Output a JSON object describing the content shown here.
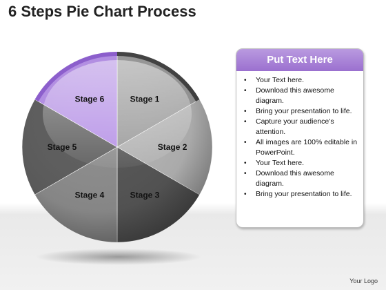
{
  "title": "6 Steps Pie Chart Process",
  "pie": {
    "slices": [
      {
        "label": "Stage 1",
        "color": "#9a9a9a"
      },
      {
        "label": "Stage 2",
        "color": "#b3b3b3"
      },
      {
        "label": "Stage 3",
        "color": "#555555"
      },
      {
        "label": "Stage 4",
        "color": "#8c8c8c"
      },
      {
        "label": "Stage 5",
        "color": "#5e5e5e"
      },
      {
        "label": "Stage 6",
        "color": "#b590e6"
      }
    ],
    "highlight_color": "#8e5fd0"
  },
  "textbox": {
    "header": "Put Text Here",
    "header_color": "#a47ad6",
    "items": [
      "Your Text here.",
      "Download this awesome diagram.",
      "Bring your presentation to life.",
      "Capture your audience’s attention.",
      "All images are 100% editable in PowerPoint.",
      "Your Text here.",
      "Download this awesome diagram.",
      "Bring your presentation to life."
    ]
  },
  "footer": {
    "logo_text": "Your Logo"
  }
}
